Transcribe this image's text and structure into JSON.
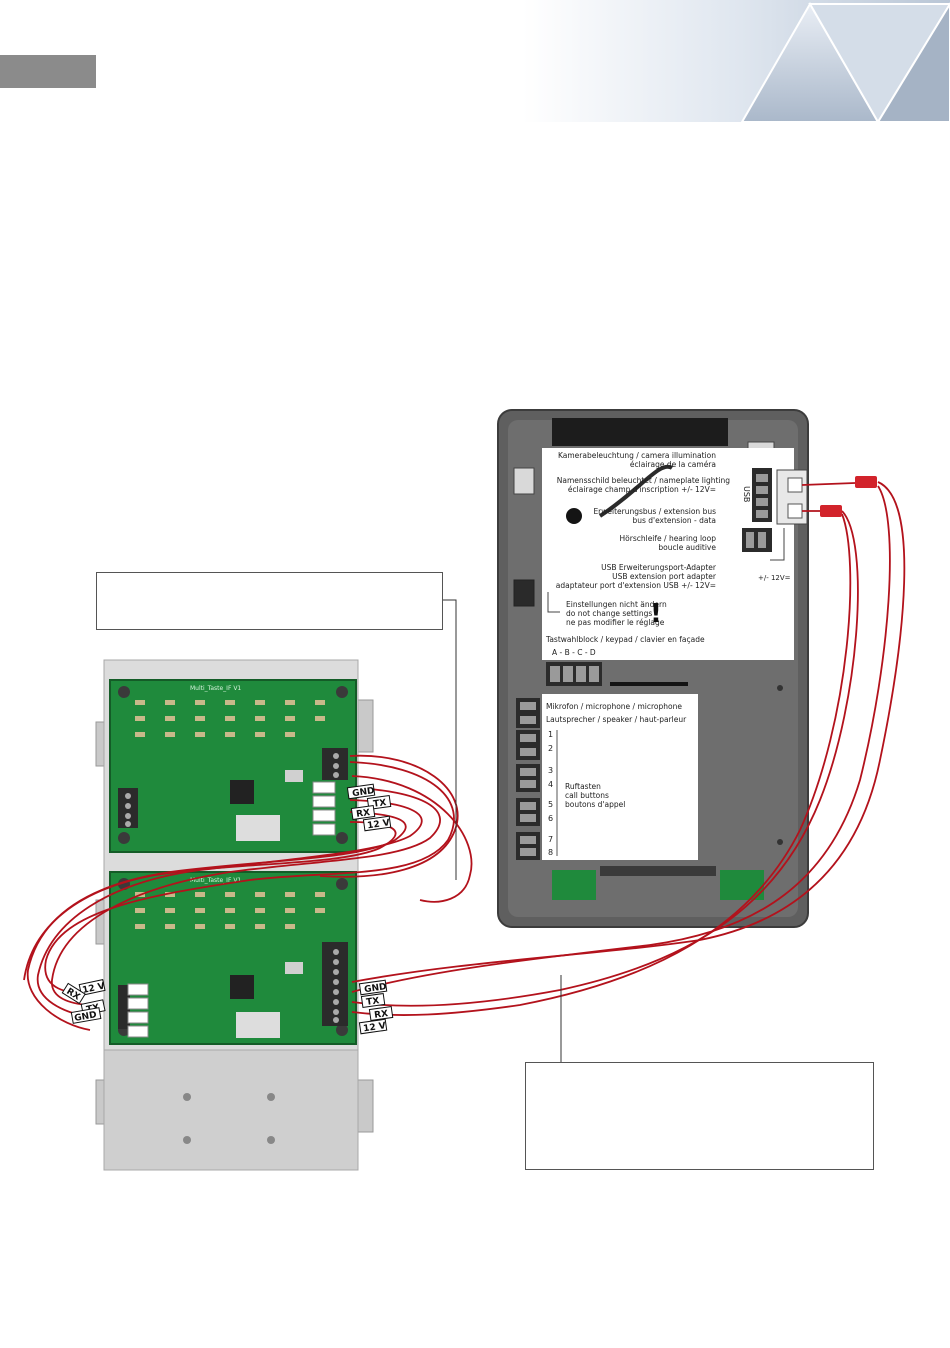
{
  "colors": {
    "pcb_green": "#1f8a3c",
    "wire_red": "#b3121c",
    "panel_gray": "#6b6b6b",
    "header_blue": "#c5d2e3",
    "header_tab": "#8b8b8b"
  },
  "panel": {
    "lines": [
      "Kamerabeleuchtung / camera illumination",
      "éclairage de la caméra",
      "Namensschild beleuchtet / nameplate lighting",
      "éclairage champ d'inscription +/- 12V=",
      "Erweiterungsbus / extension bus",
      "bus d'extension - data",
      "Hörschleife / hearing loop",
      "boucle auditive",
      "USB Erweiterungsport-Adapter",
      "USB extension port adapter",
      "adaptateur port d'extension USB +/- 12V=",
      "Einstellungen nicht ändern",
      "do not change settings",
      "ne pas modifier le réglage",
      "Tastwahlblock / keypad / clavier en façade",
      "A - B - C - D",
      "Mikrofon / microphone / microphone",
      "Lautsprecher / speaker / haut-parleur",
      "Ruftasten",
      "call buttons",
      "boutons d'appel"
    ],
    "usb_label": "USB",
    "power_label": "+/- 12V=",
    "warning_mark": "!",
    "button_numbers": [
      "1",
      "2",
      "3",
      "4",
      "5",
      "6",
      "7",
      "8"
    ]
  },
  "boards": {
    "board_label": "Multi_Taste_IF V1",
    "top_wire_labels": [
      "GND",
      "TX",
      "RX",
      "12 V"
    ],
    "bottom_left_wire_labels": [
      "12 V",
      "RX",
      "TX",
      "GND"
    ],
    "bottom_right_wire_labels": [
      "GND",
      "TX",
      "RX",
      "12 V"
    ]
  }
}
